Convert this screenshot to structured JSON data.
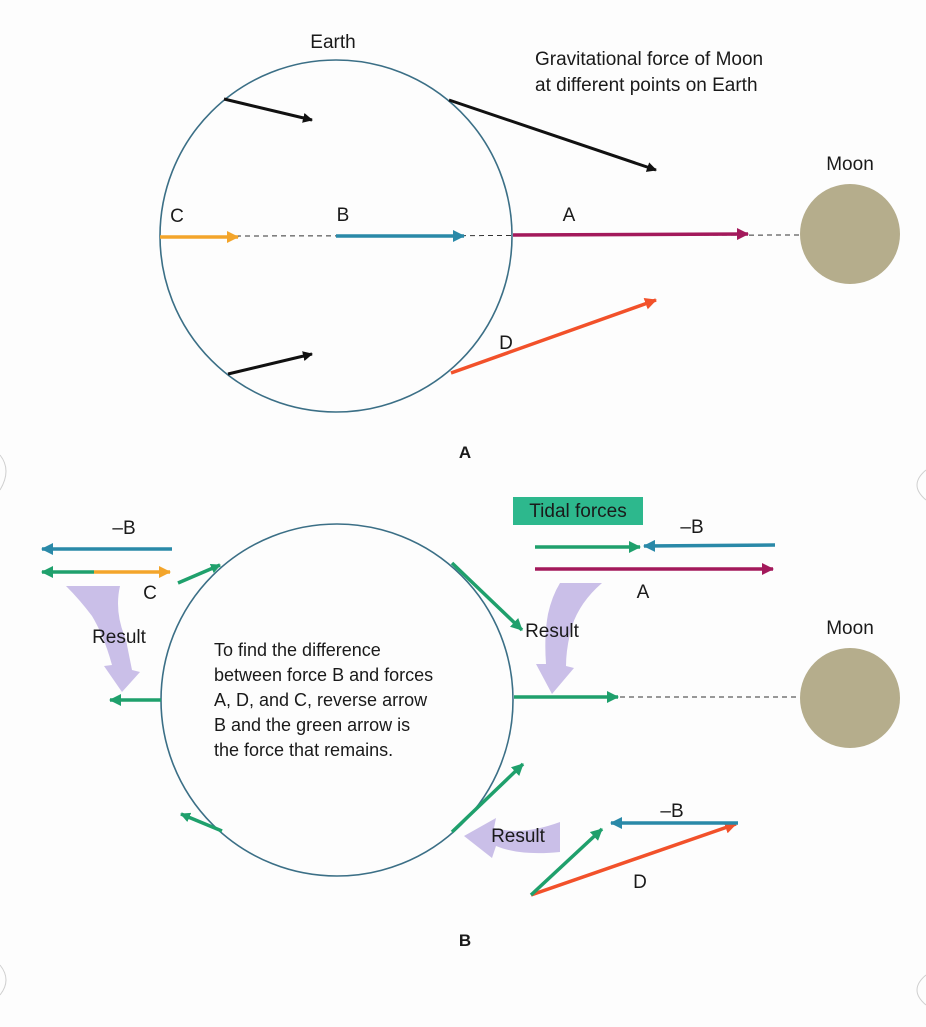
{
  "colors": {
    "earth_stroke": "#3b6f86",
    "moon_fill": "#b5ad8c",
    "black_arrow": "#111111",
    "orange_arrow": "#f3a52b",
    "teal_arrow": "#2a89a8",
    "magenta_arrow": "#a3195b",
    "red_arrow": "#f2512a",
    "green_arrow": "#1fa06c",
    "result_arrow": "#c4b8e6",
    "tidal_box": "#2db88d"
  },
  "panel_a": {
    "earth_label": "Earth",
    "moon_label": "Moon",
    "title_line1": "Gravitational force of Moon",
    "title_line2": "at different points on Earth",
    "label_a": "A",
    "label_b": "B",
    "label_c": "C",
    "label_d": "D",
    "panel_label": "A"
  },
  "panel_b": {
    "moon_label": "Moon",
    "tidal_forces": "Tidal forces",
    "neg_b_left": "–B",
    "neg_b_right": "–B",
    "neg_b_bottom": "–B",
    "label_c": "C",
    "label_a": "A",
    "label_d": "D",
    "result_left": "Result",
    "result_right": "Result",
    "result_bottom": "Result",
    "note_lines": [
      "To find the difference",
      "between force B and forces",
      "A, D, and C, reverse arrow",
      "B and the green arrow is",
      "the force that remains."
    ],
    "panel_label": "B"
  }
}
